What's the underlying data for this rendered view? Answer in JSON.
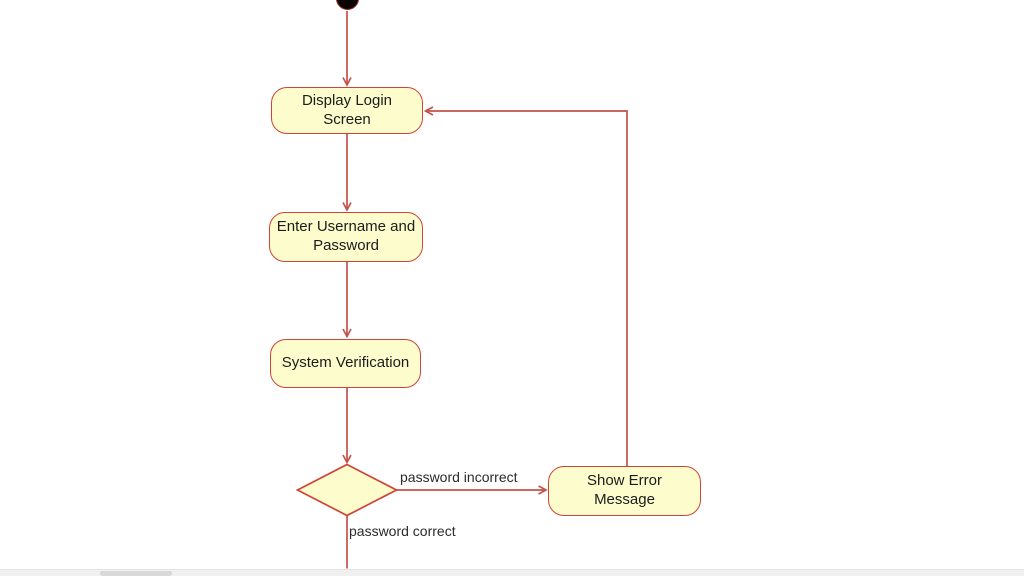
{
  "diagram": {
    "type": "uml-activity",
    "nodes": {
      "start": {
        "kind": "initial-node",
        "label": ""
      },
      "display_login": {
        "kind": "action",
        "label": "Display Login Screen"
      },
      "enter_credentials": {
        "kind": "action",
        "label": "Enter Username and Password"
      },
      "system_verification": {
        "kind": "action",
        "label": "System Verification"
      },
      "decision": {
        "kind": "decision",
        "label": ""
      },
      "show_error": {
        "kind": "action",
        "label": "Show Error Message"
      }
    },
    "edges": [
      {
        "from": "start",
        "to": "display_login",
        "label": ""
      },
      {
        "from": "display_login",
        "to": "enter_credentials",
        "label": ""
      },
      {
        "from": "enter_credentials",
        "to": "system_verification",
        "label": ""
      },
      {
        "from": "system_verification",
        "to": "decision",
        "label": ""
      },
      {
        "from": "decision",
        "to": "show_error",
        "label": "password incorrect"
      },
      {
        "from": "show_error",
        "to": "display_login",
        "label": ""
      },
      {
        "from": "decision",
        "to": "offscreen-bottom",
        "label": "password correct"
      }
    ],
    "colors": {
      "node_fill": "#fcfccd",
      "node_border": "#cf4437",
      "edge": "#c4524a",
      "text": "#1c1c1c",
      "start_node_fill": "#0a0303",
      "background": "#ffffff",
      "scrollbar_track": "#f0f0f0",
      "scrollbar_thumb": "#d9d9d9"
    }
  }
}
